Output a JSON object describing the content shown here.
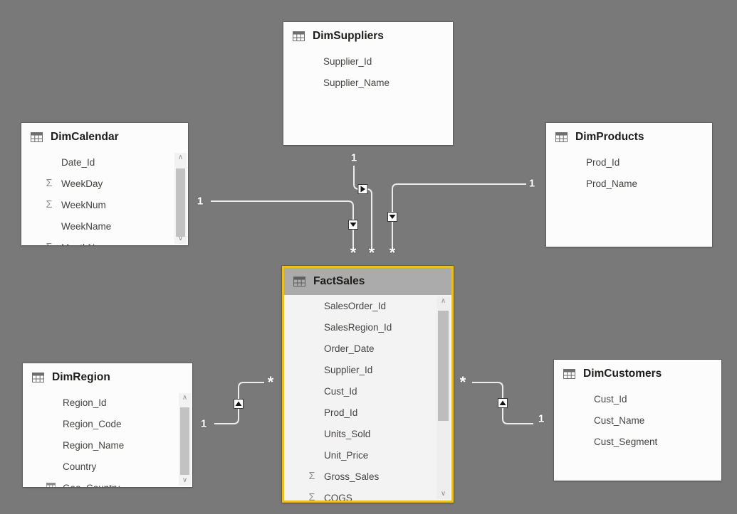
{
  "app": {
    "view_name": "model-relationship-diagram"
  },
  "colors": {
    "canvas_background": "#797979",
    "card_background": "#FCFCFC",
    "selected_table_border": "#E9C01F",
    "selected_table_header": "#ABABAB",
    "relationship_line": "#ECECEC",
    "field_text": "#464442",
    "title_text": "#1E1D1C"
  },
  "icons": {
    "sigma": "Σ",
    "scroll_up": "∧",
    "scroll_down": "∨"
  },
  "tables": [
    {
      "name": "DimSuppliers",
      "selected": false,
      "scrollbar": false,
      "fields": [
        {
          "label": "Supplier_Id"
        },
        {
          "label": "Supplier_Name"
        }
      ]
    },
    {
      "name": "DimCalendar",
      "selected": false,
      "scrollbar": true,
      "fields": [
        {
          "label": "Date_Id"
        },
        {
          "label": "WeekDay",
          "sigma": true
        },
        {
          "label": "WeekNum",
          "sigma": true
        },
        {
          "label": "WeekName"
        },
        {
          "label": "MonthNum",
          "sigma": true,
          "clipped": true
        }
      ]
    },
    {
      "name": "DimProducts",
      "selected": false,
      "scrollbar": false,
      "fields": [
        {
          "label": "Prod_Id"
        },
        {
          "label": "Prod_Name"
        }
      ]
    },
    {
      "name": "FactSales",
      "selected": true,
      "scrollbar": true,
      "fields": [
        {
          "label": "SalesOrder_Id"
        },
        {
          "label": "SalesRegion_Id"
        },
        {
          "label": "Order_Date"
        },
        {
          "label": "Supplier_Id"
        },
        {
          "label": "Cust_Id"
        },
        {
          "label": "Prod_Id"
        },
        {
          "label": "Units_Sold"
        },
        {
          "label": "Unit_Price"
        },
        {
          "label": "Gross_Sales",
          "sigma": true
        },
        {
          "label": "COGS",
          "sigma": true,
          "clipped": true
        }
      ]
    },
    {
      "name": "DimRegion",
      "selected": false,
      "scrollbar": true,
      "fields": [
        {
          "label": "Region_Id"
        },
        {
          "label": "Region_Code"
        },
        {
          "label": "Region_Name"
        },
        {
          "label": "Country"
        },
        {
          "label": "Geo_Country",
          "icon": "geo-field-icon",
          "clipped": true
        }
      ]
    },
    {
      "name": "DimCustomers",
      "selected": false,
      "scrollbar": false,
      "fields": [
        {
          "label": "Cust_Id"
        },
        {
          "label": "Cust_Name"
        },
        {
          "label": "Cust_Segment"
        }
      ]
    }
  ],
  "relationships": [
    {
      "from": "DimSuppliers",
      "to": "FactSales",
      "one_label": "1",
      "many_label": "*",
      "filter_arrow": "right"
    },
    {
      "from": "DimCalendar",
      "to": "FactSales",
      "one_label": "1",
      "many_label": "*",
      "filter_arrow": "down"
    },
    {
      "from": "DimProducts",
      "to": "FactSales",
      "one_label": "1",
      "many_label": "*",
      "filter_arrow": "down"
    },
    {
      "from": "DimRegion",
      "to": "FactSales",
      "one_label": "1",
      "many_label": "*",
      "filter_arrow": "up"
    },
    {
      "from": "DimCustomers",
      "to": "FactSales",
      "one_label": "1",
      "many_label": "*",
      "filter_arrow": "up"
    }
  ]
}
